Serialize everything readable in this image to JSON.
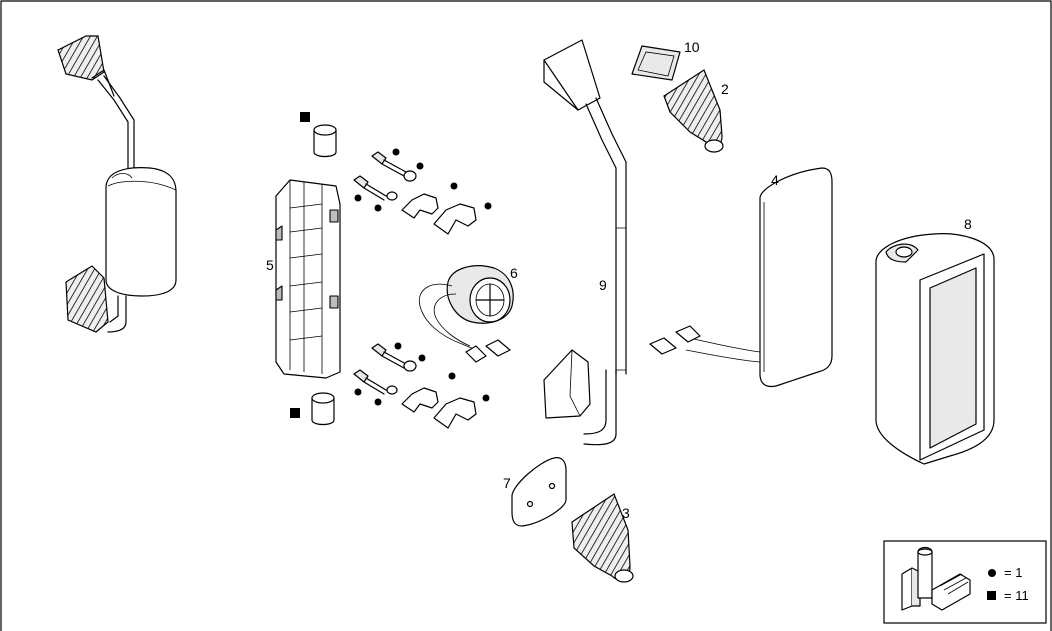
{
  "callouts": [
    {
      "id": "2",
      "text": "2"
    },
    {
      "id": "3",
      "text": "3"
    },
    {
      "id": "4",
      "text": "4"
    },
    {
      "id": "5",
      "text": "5"
    },
    {
      "id": "6",
      "text": "6"
    },
    {
      "id": "7",
      "text": "7"
    },
    {
      "id": "8",
      "text": "8"
    },
    {
      "id": "9",
      "text": "9"
    },
    {
      "id": "10",
      "text": "10"
    }
  ],
  "legend": {
    "circle_text": "= 1",
    "square_text": "= 11"
  }
}
